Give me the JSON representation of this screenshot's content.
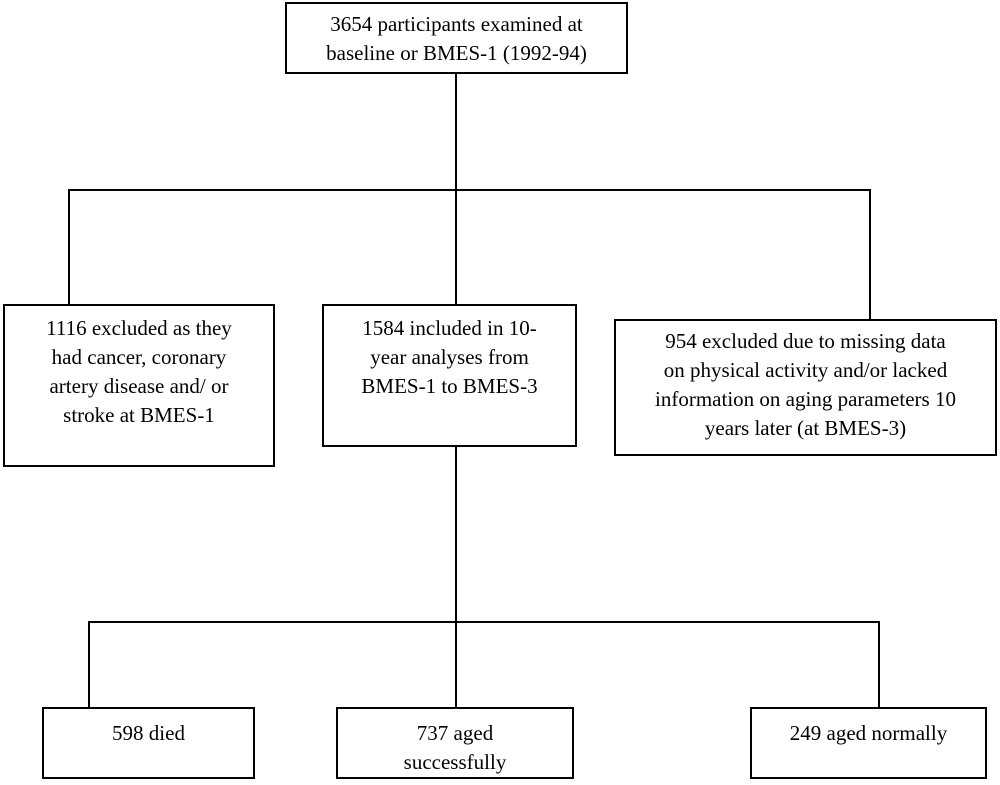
{
  "top": {
    "lines": [
      "3654 participants examined at",
      "baseline or BMES-1 (1992-94)"
    ]
  },
  "level2": [
    {
      "lines": [
        "1116 excluded as they",
        "had cancer, coronary",
        "artery disease and/ or",
        "stroke at BMES-1"
      ]
    },
    {
      "lines": [
        "1584 included in 10-",
        "year analyses from",
        "BMES-1 to BMES-3"
      ]
    },
    {
      "lines": [
        "954 excluded due to missing data",
        "on physical activity and/or lacked",
        "information on aging parameters 10",
        "years later (at BMES-3)"
      ]
    }
  ],
  "level3": [
    {
      "lines": [
        "598 died"
      ]
    },
    {
      "lines": [
        "737 aged",
        "successfully"
      ]
    },
    {
      "lines": [
        "249 aged normally"
      ]
    }
  ]
}
